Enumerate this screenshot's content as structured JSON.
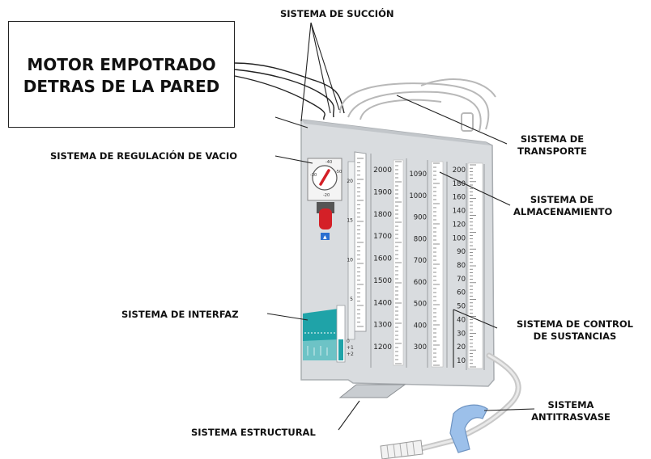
{
  "motor": {
    "line1": "MOTOR EMPOTRADO",
    "line2": "DETRAS DE LA PARED"
  },
  "labels": {
    "succion": "SISTEMA DE SUCCIÓN",
    "regulacion": "SISTEMA DE REGULACIÓN DE VACIO",
    "transporte_1": "SISTEMA DE",
    "transporte_2": "TRANSPORTE",
    "almacenamiento_1": "SISTEMA DE",
    "almacenamiento_2": "ALMACENAMIENTO",
    "interfaz": "SISTEMA DE INTERFAZ",
    "control_1": "SISTEMA DE CONTROL",
    "control_2": "DE SUSTANCIAS",
    "estructural": "SISTEMA ESTRUCTURAL",
    "antitrasvase_1": "SISTEMA",
    "antitrasvase_2": "ANTITRASVASE"
  },
  "scales": {
    "main": [
      "2000",
      "1900",
      "1800",
      "1700",
      "1600",
      "1500",
      "1400",
      "1300",
      "1200"
    ],
    "middle": [
      "1090",
      "1000",
      "900",
      "800",
      "700",
      "600",
      "500",
      "400",
      "300"
    ],
    "right": [
      "200",
      "180",
      "160",
      "140",
      "120",
      "100",
      "90",
      "80",
      "70",
      "60",
      "50",
      "40",
      "30",
      "20",
      "10"
    ],
    "narrow": [
      "20",
      "15",
      "10",
      "5"
    ]
  },
  "dial": {
    "marks": [
      "-40",
      "-50",
      "-30",
      "-20"
    ]
  },
  "interface_marks": [
    "0",
    "+1",
    "+2"
  ],
  "colors": {
    "body": "#d9dcdf",
    "body_edge": "#a9adb1",
    "teal": "#1fa3a8",
    "red": "#d42027",
    "blue": "#2b6fd0",
    "anti_blue": "#9cc0ea",
    "tube": "#c8c8c8"
  }
}
